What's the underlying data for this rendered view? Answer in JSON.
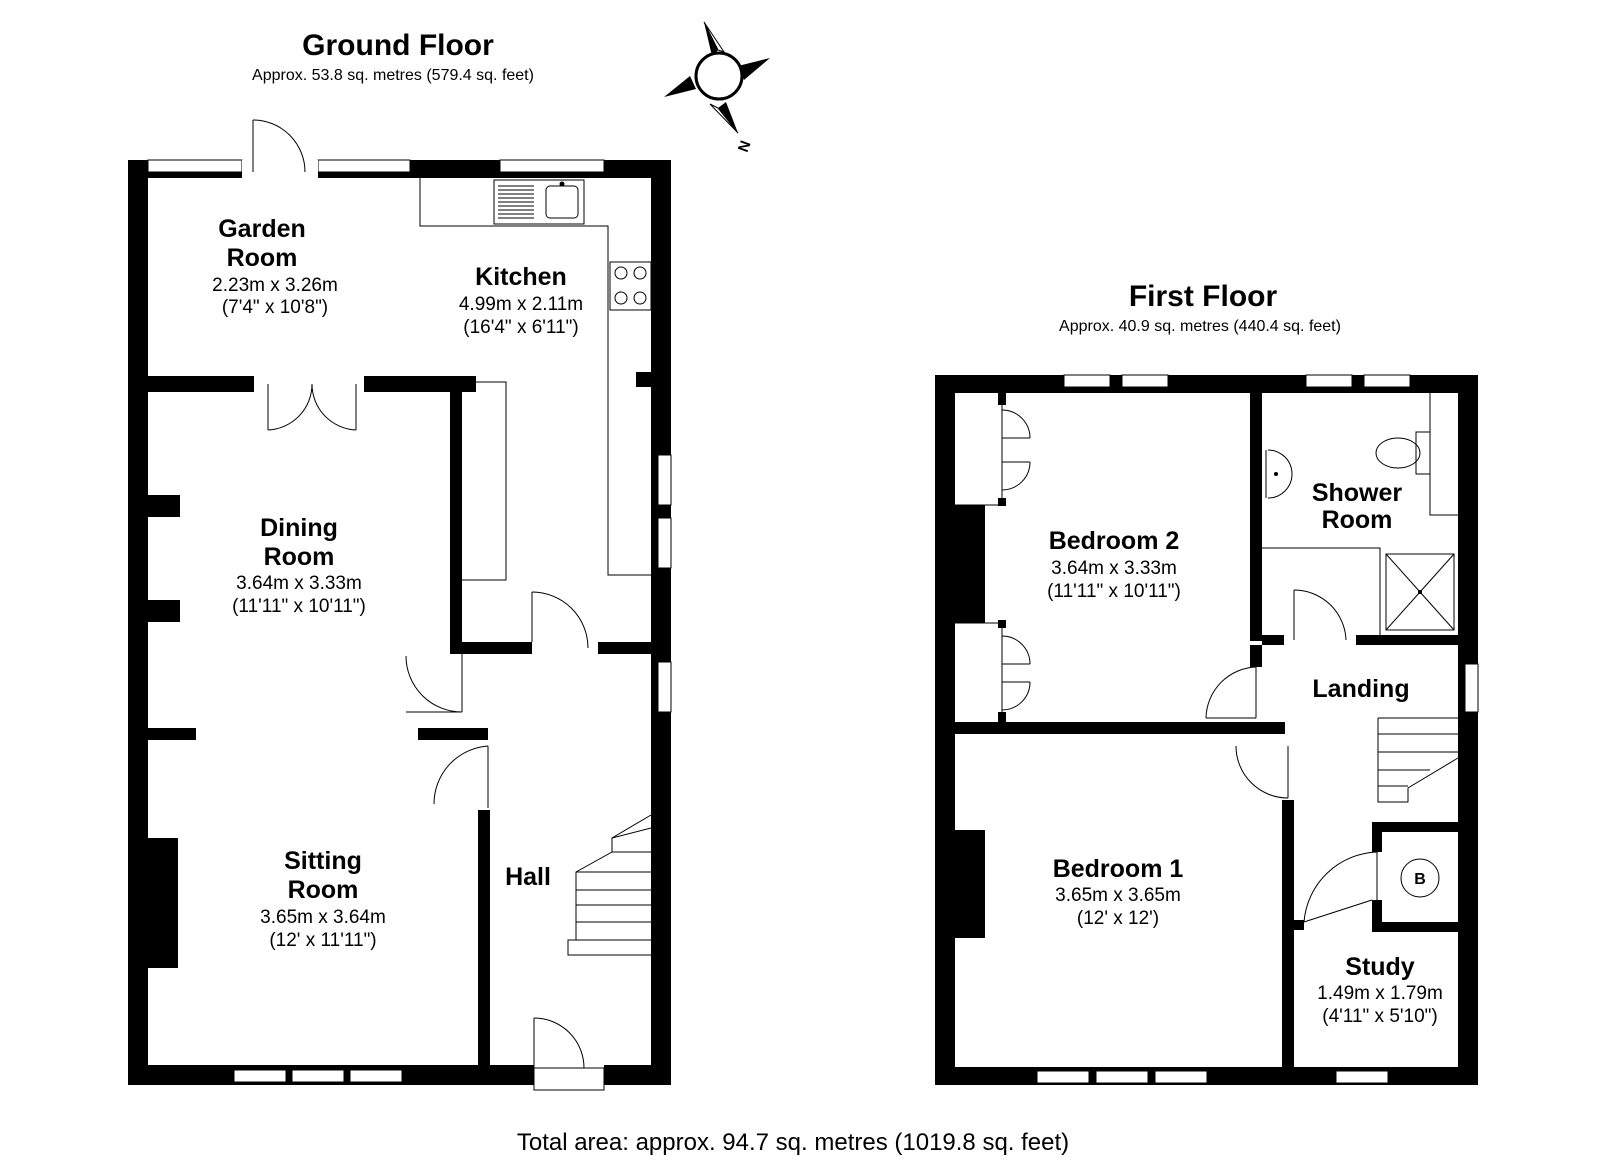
{
  "ground_floor": {
    "title": "Ground Floor",
    "area": "Approx. 53.8 sq. metres (579.4 sq. feet)",
    "rooms": {
      "garden_room": {
        "name_line1": "Garden",
        "name_line2": "Room",
        "metric": "2.23m x 3.26m",
        "imperial": "(7'4\" x 10'8\")"
      },
      "kitchen": {
        "name": "Kitchen",
        "metric": "4.99m x 2.11m",
        "imperial": "(16'4\" x 6'11\")"
      },
      "dining_room": {
        "name_line1": "Dining",
        "name_line2": "Room",
        "metric": "3.64m x 3.33m",
        "imperial": "(11'11\" x 10'11\")"
      },
      "sitting_room": {
        "name_line1": "Sitting",
        "name_line2": "Room",
        "metric": "3.65m x 3.64m",
        "imperial": "(12' x 11'11\")"
      },
      "hall": {
        "name": "Hall"
      }
    }
  },
  "first_floor": {
    "title": "First Floor",
    "area": "Approx. 40.9 sq. metres (440.4 sq. feet)",
    "rooms": {
      "bedroom_2": {
        "name": "Bedroom 2",
        "metric": "3.64m x 3.33m",
        "imperial": "(11'11\" x 10'11\")"
      },
      "shower_room": {
        "name_line1": "Shower",
        "name_line2": "Room"
      },
      "landing": {
        "name": "Landing"
      },
      "bedroom_1": {
        "name": "Bedroom 1",
        "metric": "3.65m x 3.65m",
        "imperial": "(12' x 12')"
      },
      "study": {
        "name": "Study",
        "metric": "1.49m x 1.79m",
        "imperial": "(4'11\" x 5'10\")"
      },
      "boiler_label": "B"
    }
  },
  "compass": {
    "label": "N"
  },
  "total_area": "Total area: approx. 94.7 sq. metres (1019.8 sq. feet)"
}
